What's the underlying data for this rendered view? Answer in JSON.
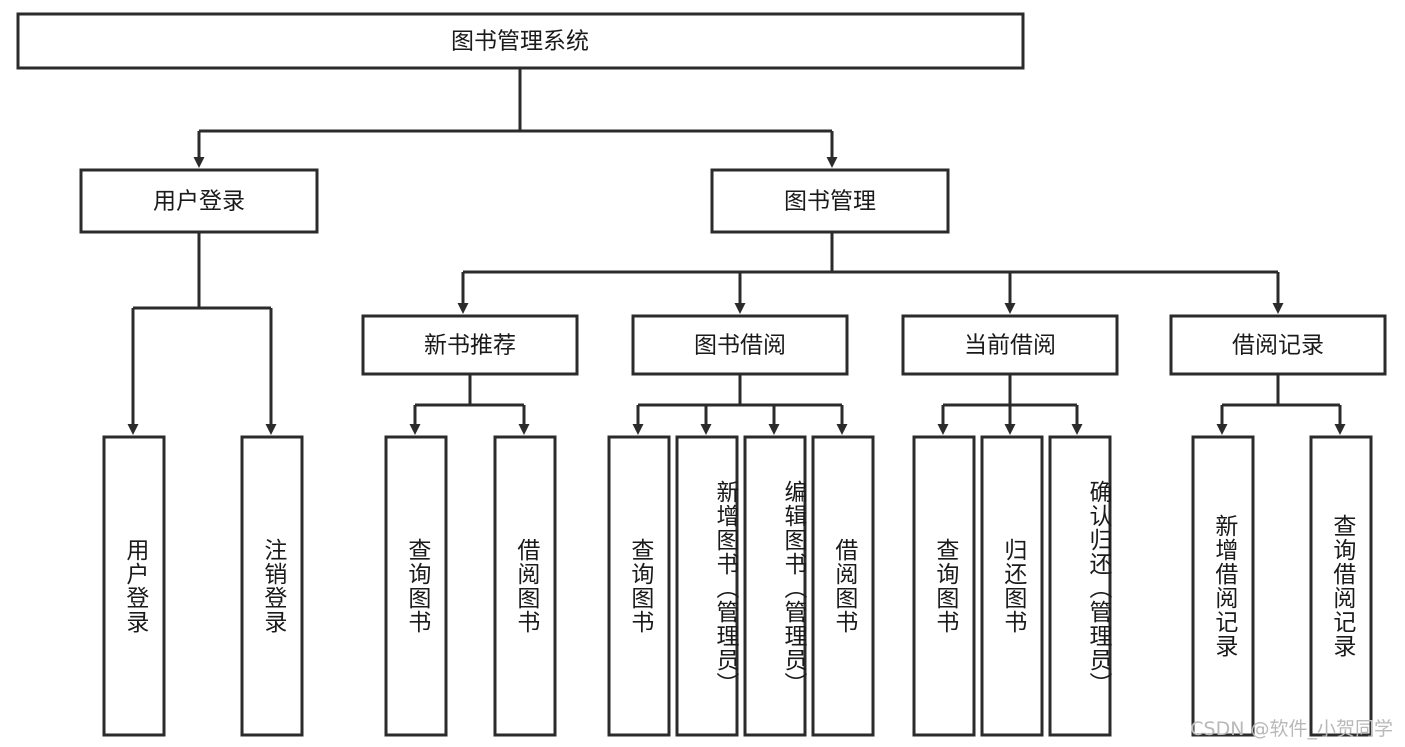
{
  "diagram": {
    "title": "图书管理系统",
    "type": "tree",
    "watermark": "CSDN @软件_小贺同学",
    "colors": {
      "box_stroke": "#2b2b2b",
      "box_fill": "#ffffff",
      "text": "#1a1a1a",
      "connector": "#2b2b2b",
      "watermark": "#b9b9b9",
      "background": "#ffffff"
    },
    "levels": {
      "root": {
        "label": "图书管理系统"
      },
      "level2": [
        {
          "label": "用户登录"
        },
        {
          "label": "图书管理"
        }
      ],
      "level3": [
        {
          "label": "新书推荐"
        },
        {
          "label": "图书借阅"
        },
        {
          "label": "当前借阅"
        },
        {
          "label": "借阅记录"
        }
      ],
      "leaves": {
        "user_login": [
          {
            "label": "用户登录"
          },
          {
            "label": "注销登录"
          }
        ],
        "new_book_recommend": [
          {
            "label": "查询图书"
          },
          {
            "label": "借阅图书"
          }
        ],
        "book_borrow": [
          {
            "label": "查询图书"
          },
          {
            "label": "新增图书（管理员）"
          },
          {
            "label": "编辑图书（管理员）"
          },
          {
            "label": "借阅图书"
          }
        ],
        "current_borrow": [
          {
            "label": "查询图书"
          },
          {
            "label": "归还图书"
          },
          {
            "label": "确认归还（管理员）"
          }
        ],
        "borrow_records": [
          {
            "label": "新增借阅记录"
          },
          {
            "label": "查询借阅记录"
          }
        ]
      }
    },
    "chart_data": {
      "type": "tree",
      "title": "图书管理系统",
      "nodes": [
        {
          "id": "root",
          "label": "图书管理系统",
          "level": 0,
          "children": [
            "用户登录",
            "图书管理"
          ]
        },
        {
          "id": "user_login",
          "label": "用户登录",
          "level": 1,
          "children": [
            "用户登录",
            "注销登录"
          ]
        },
        {
          "id": "book_manage",
          "label": "图书管理",
          "level": 1,
          "children": [
            "新书推荐",
            "图书借阅",
            "当前借阅",
            "借阅记录"
          ]
        },
        {
          "id": "new_book_recommend",
          "label": "新书推荐",
          "level": 2,
          "children": [
            "查询图书",
            "借阅图书"
          ]
        },
        {
          "id": "book_borrow",
          "label": "图书借阅",
          "level": 2,
          "children": [
            "查询图书",
            "新增图书（管理员）",
            "编辑图书（管理员）",
            "借阅图书"
          ]
        },
        {
          "id": "current_borrow",
          "label": "当前借阅",
          "level": 2,
          "children": [
            "查询图书",
            "归还图书",
            "确认归还（管理员）"
          ]
        },
        {
          "id": "borrow_records",
          "label": "借阅记录",
          "level": 2,
          "children": [
            "新增借阅记录",
            "查询借阅记录"
          ]
        }
      ]
    }
  }
}
